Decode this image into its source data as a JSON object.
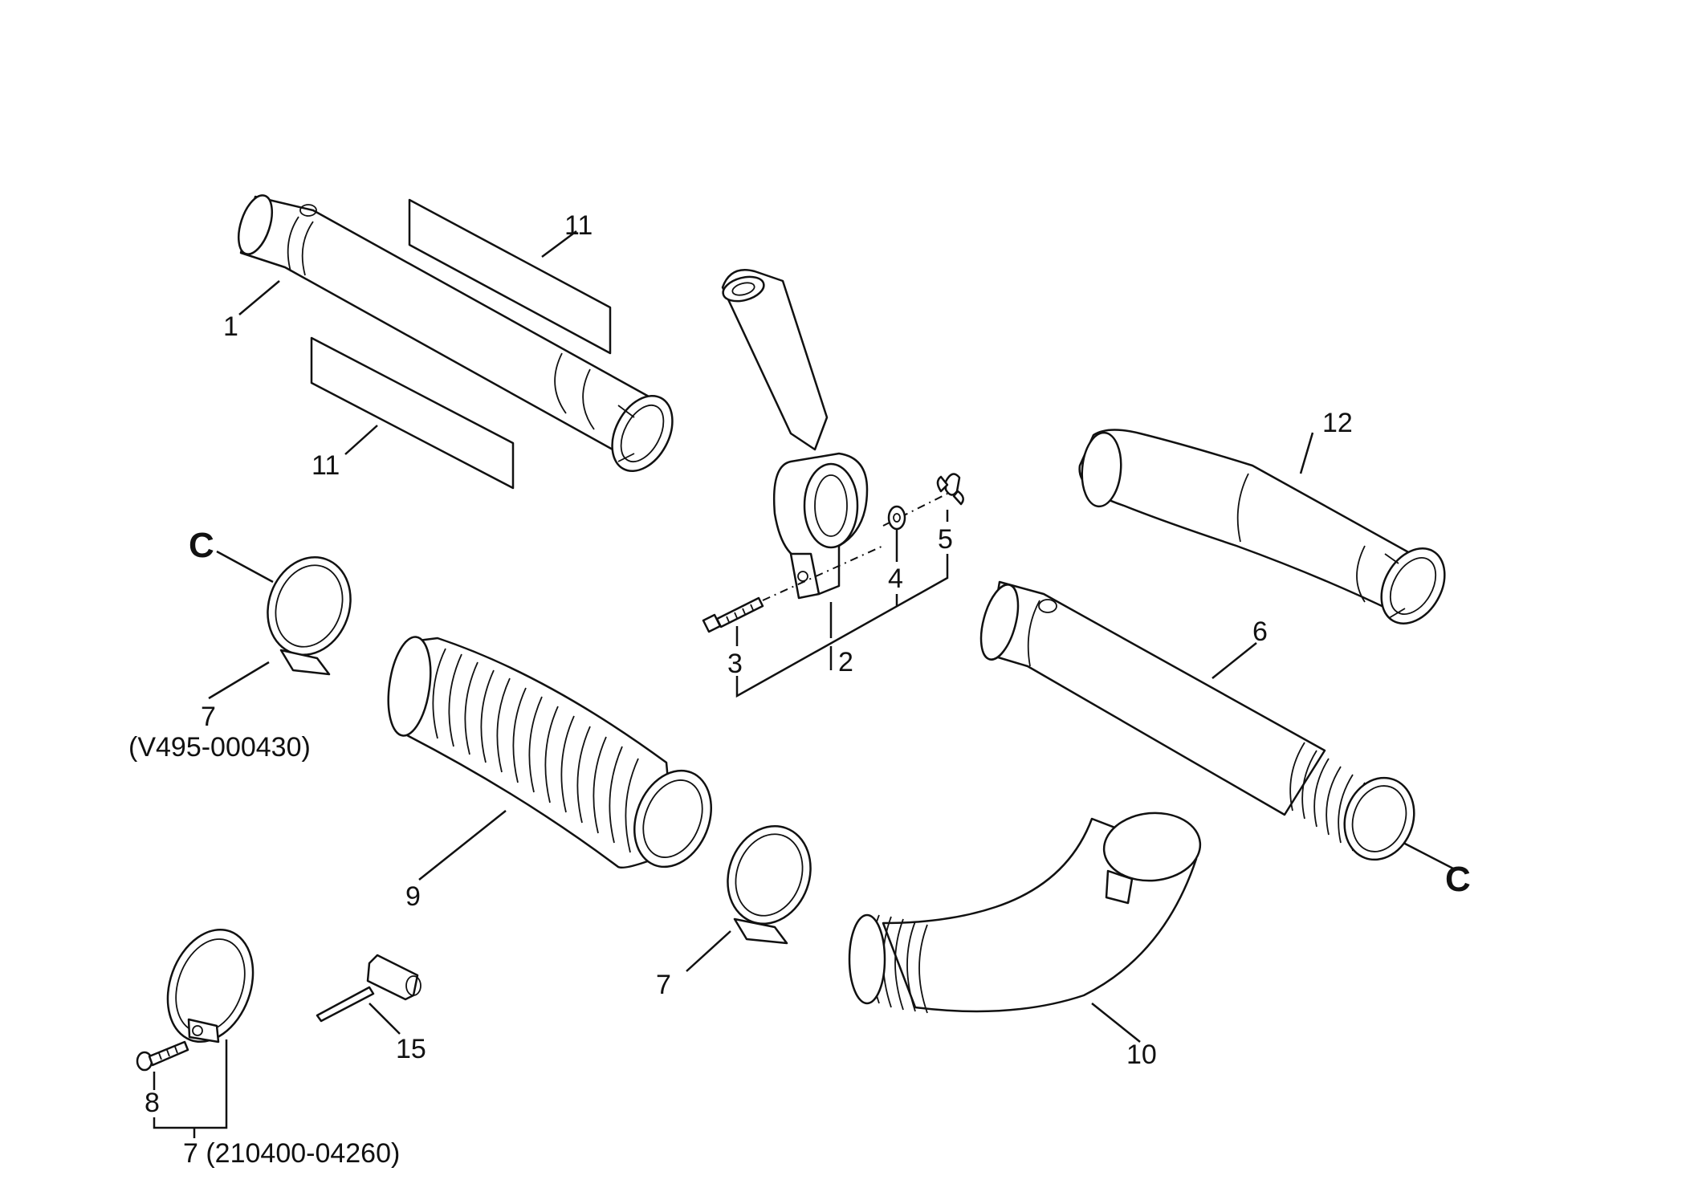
{
  "labels": {
    "part_1": "1",
    "part_2": "2",
    "part_3": "3",
    "part_4": "4",
    "part_5": "5",
    "part_6": "6",
    "part_7_top": "7",
    "part_7_top_code": "(V495-000430)",
    "part_7_mid": "7",
    "part_7_bottom": "7 (210400-04260)",
    "part_8": "8",
    "part_9": "9",
    "part_10": "10",
    "part_11_top": "11",
    "part_11_bottom": "11",
    "part_12": "12",
    "part_15": "15",
    "ref_c_left": "C",
    "ref_c_right": "C"
  }
}
